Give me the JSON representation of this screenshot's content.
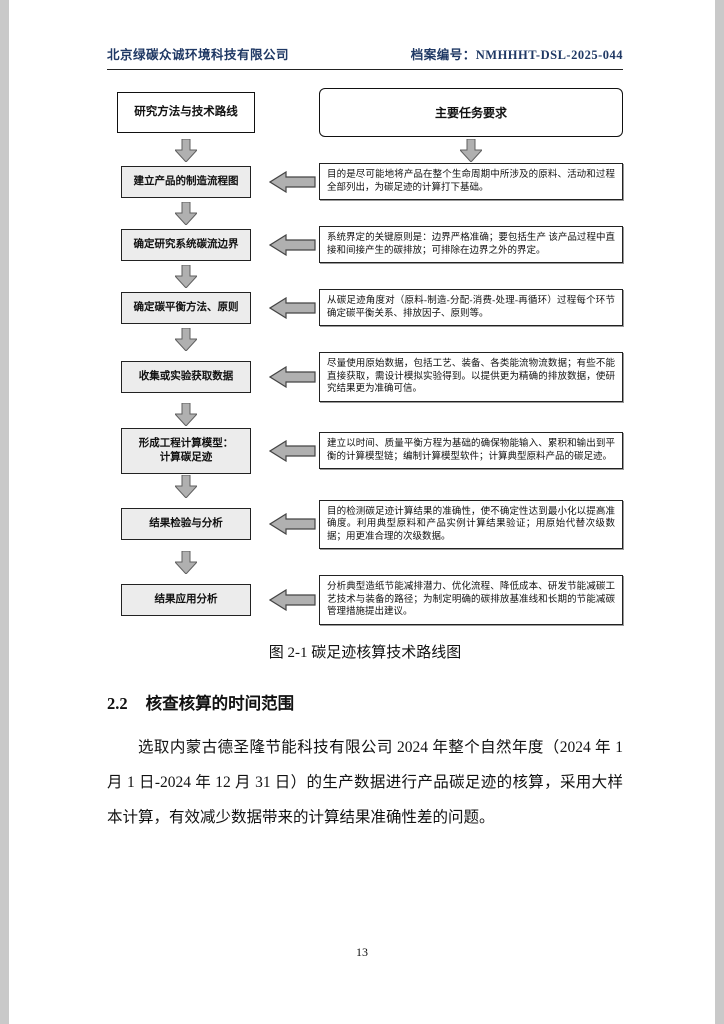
{
  "colors": {
    "header_text": "#1f3864",
    "flow_box_fill": "#ececec",
    "arrow_fill": "#b0b0b0",
    "arrow_stroke": "#5f5f5f"
  },
  "header": {
    "company": "北京绿碳众诚环境科技有限公司",
    "file_label": "档案编号：",
    "file_number": "NMHHHT-DSL-2025-044"
  },
  "flowchart": {
    "left_header": "研究方法与技术路线",
    "right_header": "主要任务要求",
    "steps": [
      {
        "left": "建立产品的制造流程图",
        "right": "目的是尽可能地将产品在整个生命周期中所涉及的原料、活动和过程全部列出，为碳足迹的计算打下基础。"
      },
      {
        "left": "确定研究系统碳流边界",
        "right": "系统界定的关键原则是：边界严格准确；要包括生产 该产品过程中直接和间接产生的碳排放；可排除在边界之外的界定。"
      },
      {
        "left": "确定碳平衡方法、原则",
        "right": "从碳足迹角度对（原料-制造-分配-消费-处理-再循环）过程每个环节确定碳平衡关系、排放因子、原则等。"
      },
      {
        "left": "收集或实验获取数据",
        "right": "尽量使用原始数据，包括工艺、装备、各类能流物流数据；有些不能直接获取，需设计模拟实验得到。以提供更为精确的排放数据，使研究结果更为准确可信。"
      },
      {
        "left": "形成工程计算模型：\n计算碳足迹",
        "right": "建立以时间、质量平衡方程为基础的确保物能输入、累积和输出到平衡的计算模型链；编制计算模型软件；计算典型原料产品的碳足迹。"
      },
      {
        "left": "结果检验与分析",
        "right": "目的检测碳足迹计算结果的准确性，使不确定性达到最小化以提高准确度。利用典型原料和产品实例计算结果验证；用原始代替次级数据；用更准合理的次级数据。"
      },
      {
        "left": "结果应用分析",
        "right": "分析典型造纸节能减排潜力、优化流程、降低成本、研发节能减碳工艺技术与装备的路径；为制定明确的碳排放基准线和长期的节能减碳管理措施提出建议。"
      }
    ]
  },
  "caption": "图 2-1 碳足迹核算技术路线图",
  "section": {
    "number": "2.2",
    "title": "核查核算的时间范围"
  },
  "paragraph": "选取内蒙古德圣隆节能科技有限公司 2024 年整个自然年度（2024 年 1 月 1 日-2024 年 12 月 31 日）的生产数据进行产品碳足迹的核算，采用大样本计算，有效减少数据带来的计算结果准确性差的问题。",
  "page_number": "13"
}
